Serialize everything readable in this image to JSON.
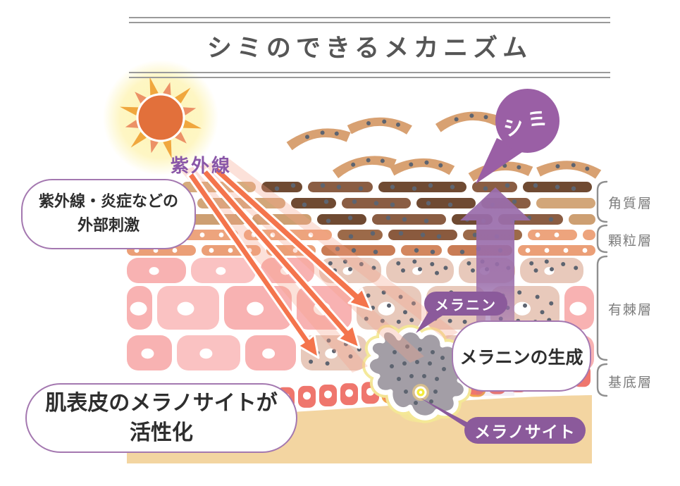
{
  "title": "シミのできるメカニズム",
  "sun_label": "紫外線",
  "callouts": {
    "external_stimuli_line1": "紫外線・炎症などの",
    "external_stimuli_line2": "外部刺激",
    "spot": "シミ",
    "melanin": "メラニン",
    "melanin_production": "メラニンの生成",
    "melanocyte": "メラノサイト",
    "activation_line1": "肌表皮のメラノサイトが",
    "activation_line2": "活性化"
  },
  "layer_labels": {
    "stratum_corneum": "角質層",
    "granular": "顆粒層",
    "spinous": "有棘層",
    "basal": "基底層"
  },
  "colors": {
    "title_text": "#565656",
    "rule_gray": "#9a9a9a",
    "purple_text": "#8a57a8",
    "purple_bubble": "#9a5fa5",
    "purple_pill": "#8b5a9b",
    "purple_arrow": "#9a6dab",
    "bubble_border": "#a478b0",
    "text_dark": "#2e2e2e",
    "label_gray": "#7c7c7c",
    "bracket_gray": "#8f8f8f",
    "sun_core": "#e2703b",
    "ray_orange": "#f0a73e",
    "ray_salmon": "#ec9166",
    "sun_glow": "#fdf3b0",
    "uv_arrow": "#f4744c",
    "uv_beam": "#f6a38a",
    "flake_tan": "#d8a172",
    "corneum_tan1": "#d6ab7d",
    "corneum_tan2": "#d2a679",
    "corneum_tan3": "#cd9f72",
    "corneum_dark1": "#6f4a32",
    "corneum_dark2": "#8a5d43",
    "granular_salmon": "#eda47d",
    "granular_salmon2": "#eb9f77",
    "granular_dark1": "#8a5a3e",
    "granular_dark2": "#9c6a49",
    "granular_mid1": "#d3875f",
    "granular_mid2": "#c97c55",
    "spinous_pink": "#f8b2b2",
    "spinous_pink_light": "#fac2c2",
    "spinous_beige": "#e8c9bb",
    "dot_gray": "#5d6470",
    "basal_red": "#ef766d",
    "basal_highlight": "#f2a24e",
    "dermis": "#f3d5a1",
    "melanocyte_gray": "#a39ea6",
    "melanocyte_glow": "#f3e896",
    "nucleus_ring": "#d8bf8d",
    "nucleus_yellow": "#f4ec3c"
  }
}
